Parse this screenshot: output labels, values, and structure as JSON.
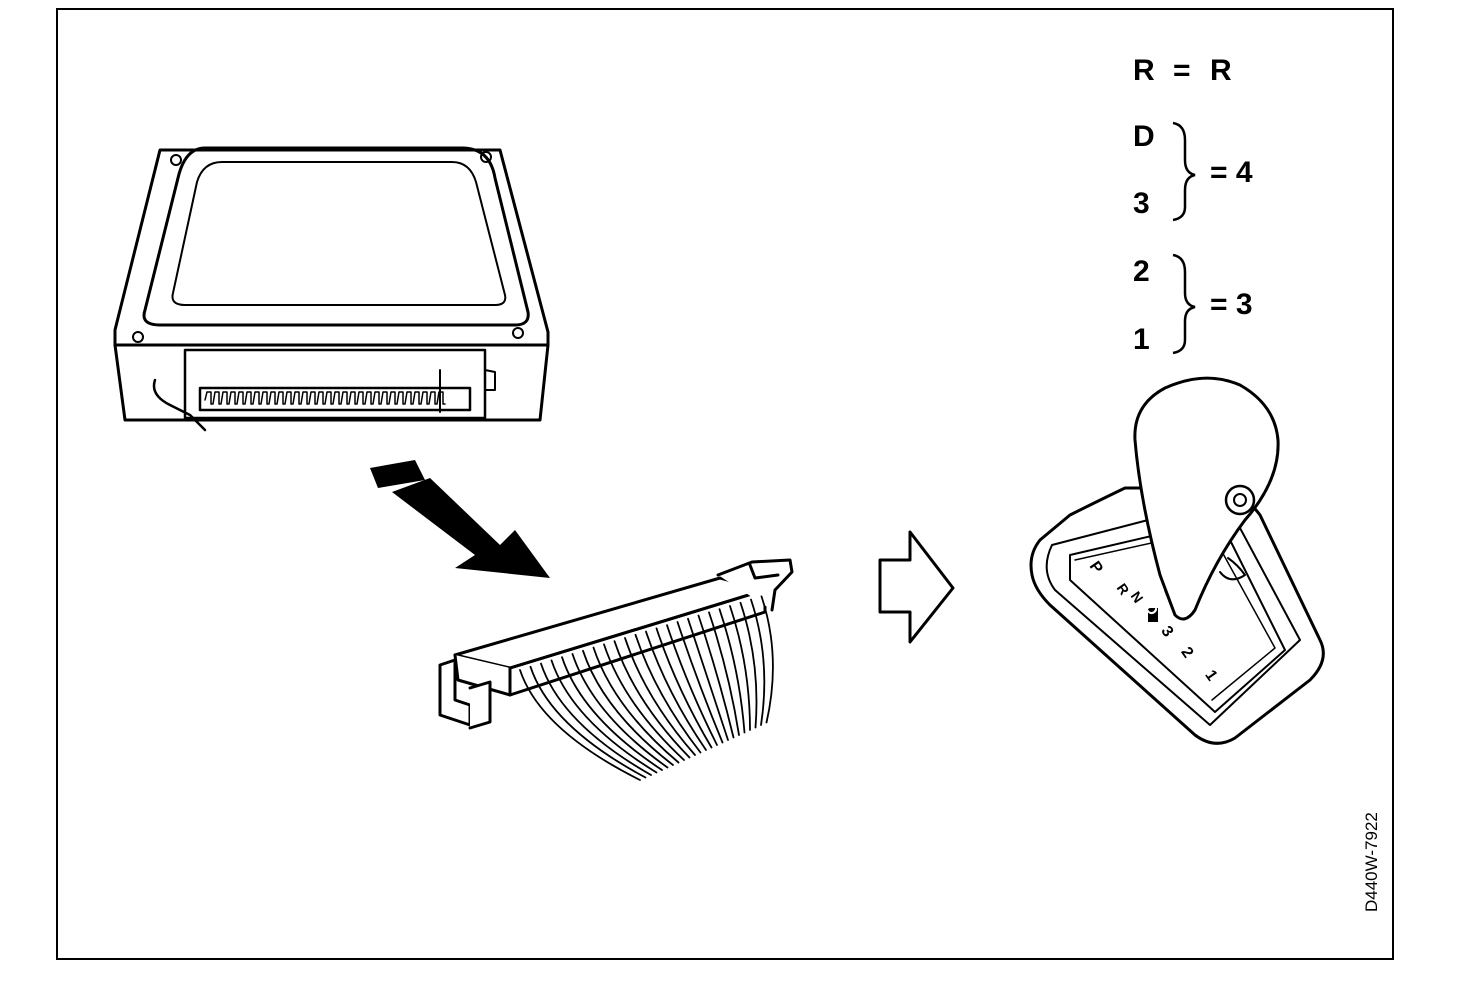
{
  "legend": {
    "r_row": {
      "left": "R",
      "eq": "=",
      "right": "R"
    },
    "group1": {
      "items": [
        "D",
        "3"
      ],
      "result": "= 4"
    },
    "group2": {
      "items": [
        "2",
        "1"
      ],
      "result": "= 3"
    }
  },
  "selector": {
    "positions": [
      "P",
      "R",
      "N",
      "D",
      "3",
      "2",
      "1"
    ]
  },
  "figure_id": "D440W-7922",
  "colors": {
    "line": "#000000",
    "panel_fill": "#ffffff"
  }
}
